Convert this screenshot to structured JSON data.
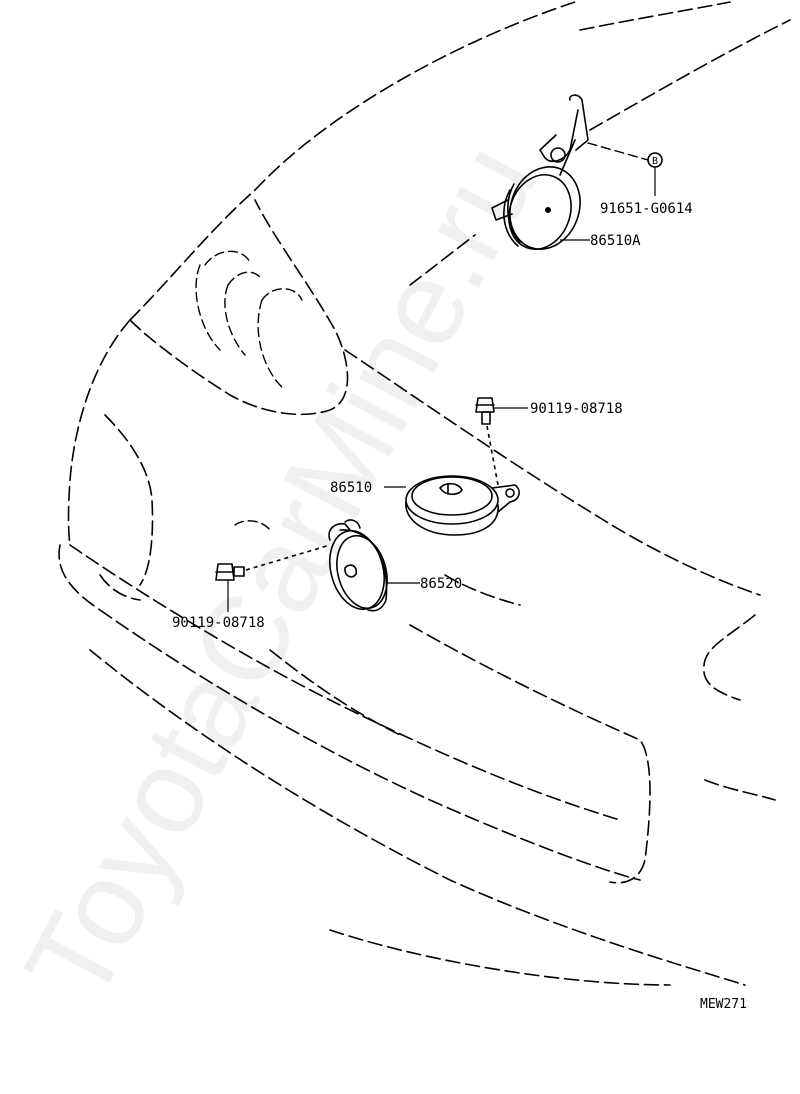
{
  "parts": {
    "horn_high_bracket": "91651-G0614",
    "horn_high": "86510A",
    "bolt_right": "90119-08718",
    "horn_low": "86510",
    "horn_pair": "86520",
    "bolt_left": "90119-08718",
    "callout_letter": "B"
  },
  "diagram_code": "MEW271",
  "watermark": "ToyotaCarMine.ru"
}
